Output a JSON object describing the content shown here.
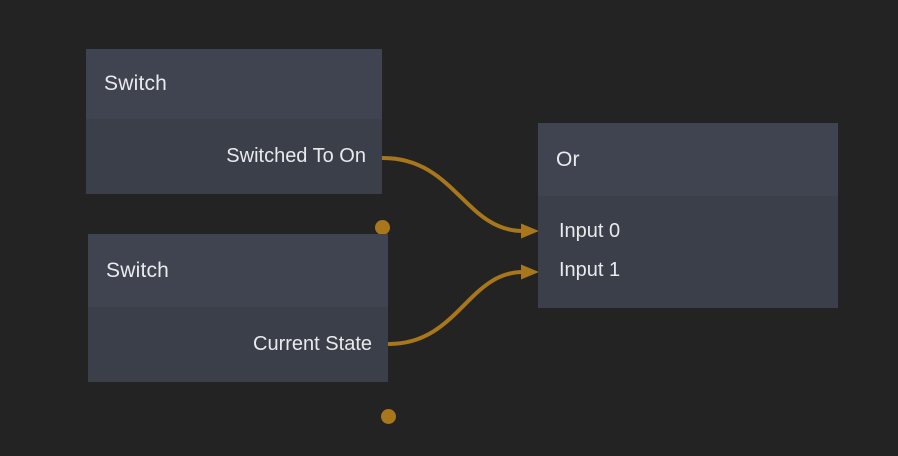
{
  "colors": {
    "background": "#232323",
    "node_header": "#3f4450",
    "node_body": "#3a3f4a",
    "wire": "#a8761b",
    "text": "#e9eaec"
  },
  "nodes": [
    {
      "title": "Switch",
      "outputs": [
        {
          "label": "Switched To On",
          "connected": true
        }
      ],
      "inputs": []
    },
    {
      "title": "Switch",
      "outputs": [
        {
          "label": "Current State",
          "connected": true
        }
      ],
      "inputs": []
    },
    {
      "title": "Or",
      "outputs": [],
      "inputs": [
        {
          "label": "Input 0",
          "connected": true
        },
        {
          "label": "Input 1",
          "connected": true
        }
      ]
    }
  ],
  "connections": [
    {
      "from_node": 0,
      "from_port": "Switched To On",
      "to_node": 2,
      "to_port": "Input 0"
    },
    {
      "from_node": 1,
      "from_port": "Current State",
      "to_node": 2,
      "to_port": "Input 1"
    }
  ]
}
